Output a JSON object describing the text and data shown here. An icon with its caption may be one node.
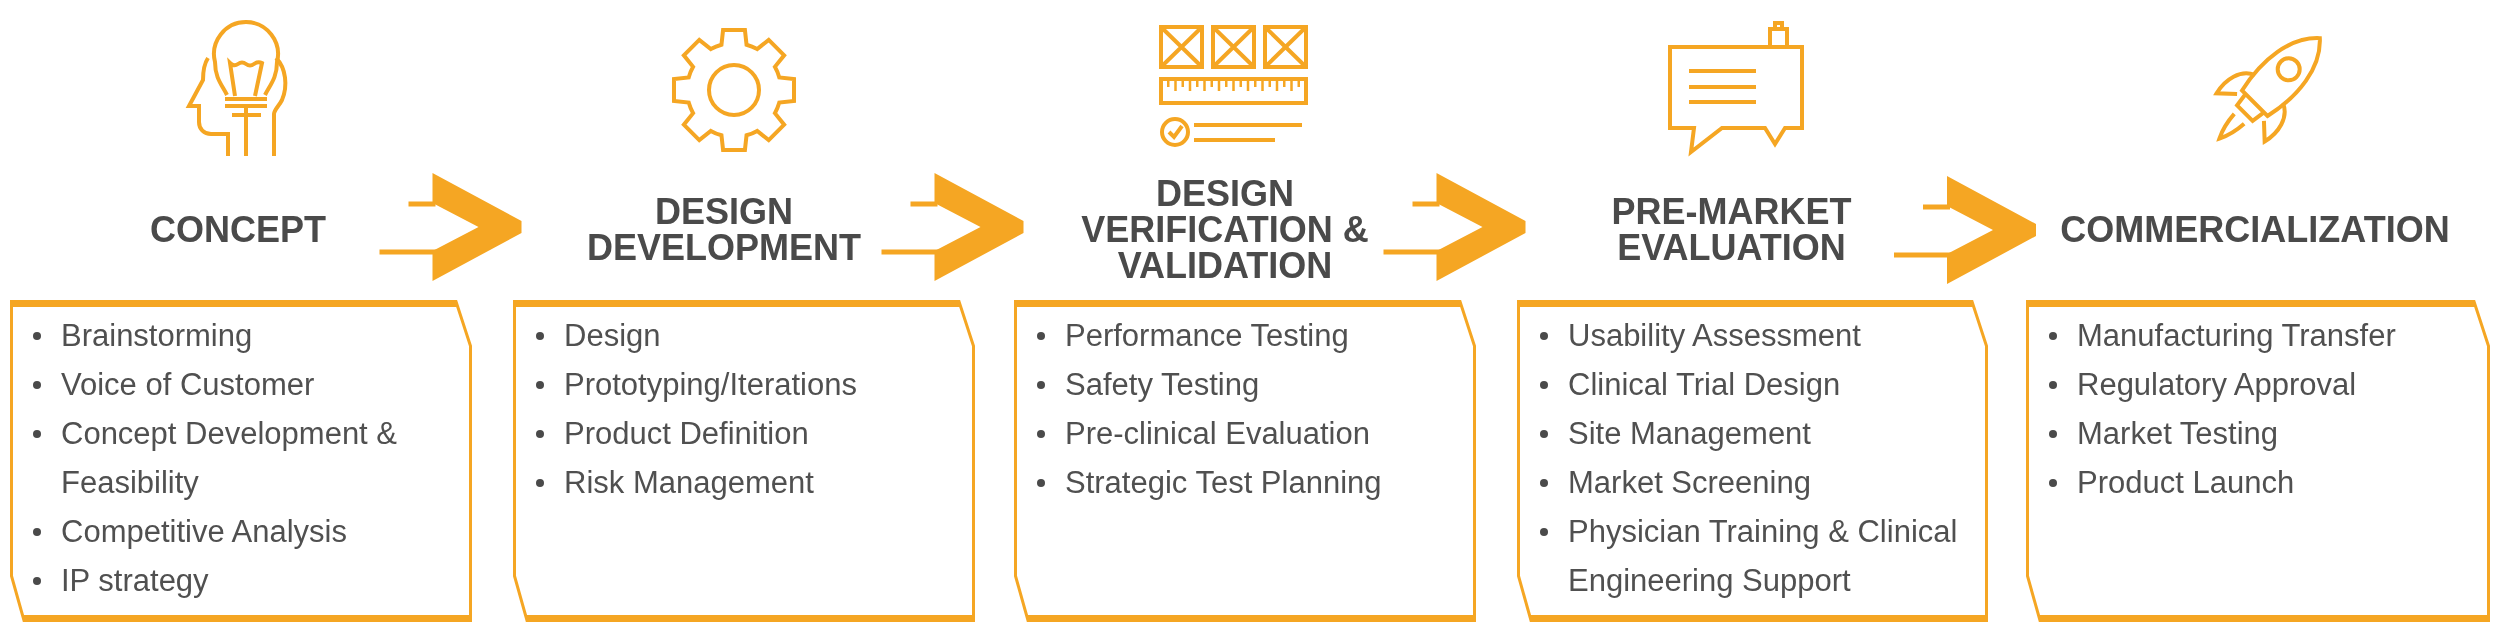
{
  "diagram": {
    "nodes": [
      {
        "text": [
          "CONCEPT",
          "Brainstorming",
          "Voice of Customer",
          "Concept Development & Feasibility",
          "Competitive Analysis",
          "IP strategy"
        ]
      },
      {
        "text": [
          "DESIGN DEVELOPMENT",
          "Design",
          "Prototyping/Iterations",
          "Product Definition",
          "Risk Management"
        ]
      },
      {
        "text": [
          "DESIGN VERIFICATION & VALIDATION",
          "Performance Testing",
          "Safety Testing",
          "Pre-clinical Evaluation",
          "Strategic Test Planning"
        ]
      },
      {
        "text": [
          "PRE-MARKET EVALUATION",
          "Usability Assessment",
          "Clinical Trial Design",
          "Site Management",
          "Market Screening",
          "Physician Training & Clinical Engineering Support"
        ]
      },
      {
        "text": [
          "COMMERCIALIZATION",
          "Manufacturing Transfer",
          "Regulatory Approval",
          "Market Testing",
          "Product Launch"
        ]
      }
    ],
    "edges": [
      {
        "from": 0,
        "to": 1,
        "arrow": "to"
      },
      {
        "from": 1,
        "to": 2,
        "arrow": "to"
      },
      {
        "from": 2,
        "to": 3,
        "arrow": "to"
      },
      {
        "from": 3,
        "to": 4,
        "arrow": "to"
      }
    ]
  }
}
